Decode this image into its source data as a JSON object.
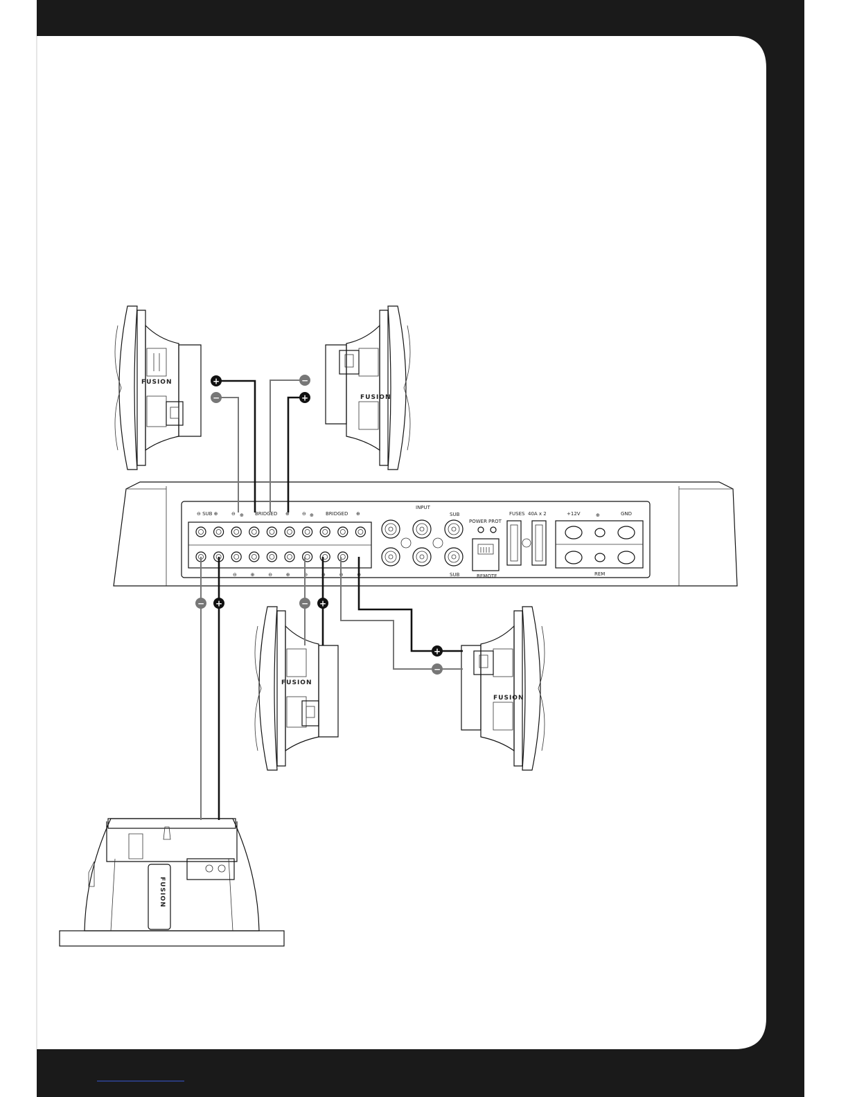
{
  "colors": {
    "frame": "#1a1a1a",
    "page": "#ffffff",
    "wire_positive": "#111111",
    "wire_negative": "#777777",
    "link": "#3a5bd9"
  },
  "amplifier": {
    "terminal_labels": {
      "sub_left": "⊖ SUB ⊕",
      "neg_left": "⊖",
      "pos_left": "⊕",
      "bridged_1": "BRIDGED",
      "ch_b_minus": "⊖",
      "ch_b_plus": "⊕",
      "bridged_2": "BRIDGED",
      "ch_c_plus": "⊕"
    },
    "bottom_terminal_signs": [
      "⊖",
      "⊕",
      "⊖",
      "⊕",
      "⊖",
      "⊕",
      "⊖",
      "⊕"
    ],
    "input_label": "INPUT",
    "sub_top_label": "SUB",
    "sub_bottom_label": "SUB",
    "power_label": "POWER",
    "prot_label": "PROT",
    "remote_label": "REMOTE",
    "fuses_label": "FUSES",
    "fuses_rating": "40A x 2",
    "plus12v_label": "+12V",
    "ground_symbol": "⊕",
    "gnd_label": "GND",
    "rem_label": "REM"
  },
  "speakers": {
    "brand": "FUSION",
    "positive_symbol": "+",
    "negative_symbol": "−"
  }
}
